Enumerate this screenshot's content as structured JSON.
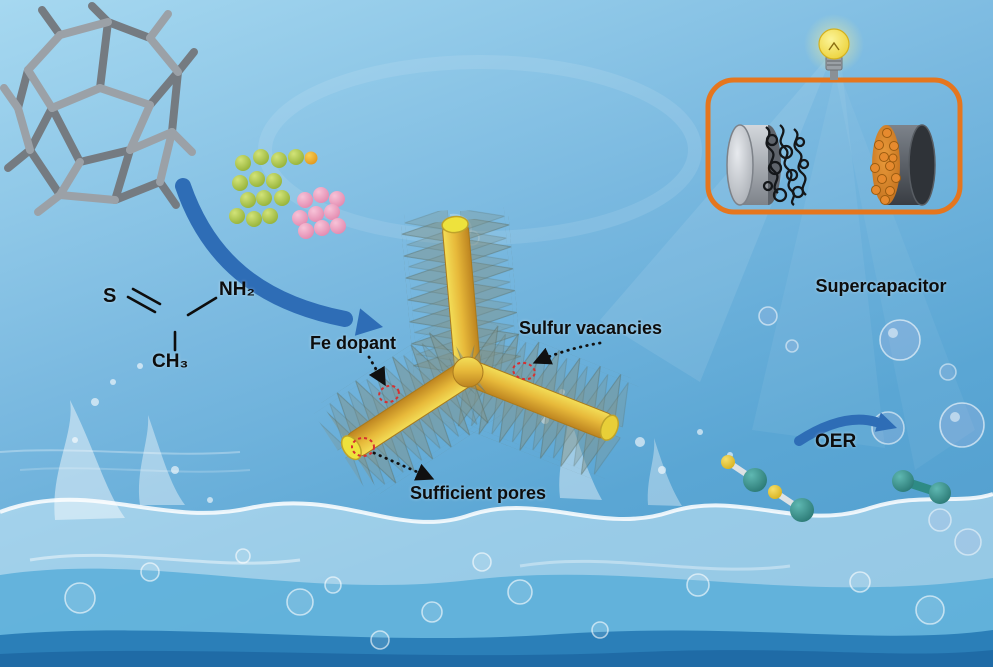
{
  "labels": {
    "fe_dopant": "Fe dopant",
    "sulfur_vacancies": "Sulfur vacancies",
    "sufficient_pores": "Sufficient pores",
    "supercapacitor": "Supercapacitor",
    "oer": "OER"
  },
  "chemical_structure": {
    "sulfur": "S",
    "amine": "NH₂",
    "methyl": "CH₃"
  },
  "icons": {
    "framework": "gray-3d-network-scaffold-icon",
    "precursor_dots": "dopant-particle-cluster-icon",
    "reaction_arrow": "blue-curved-arrow-icon",
    "nanostructure": "spiky-tripod-nanorod-icon",
    "light_bulb": "light-bulb-icon",
    "oer_arrow": "blue-swoosh-arrow-icon",
    "molecules": "water-oxygen-molecules-icon"
  },
  "colors": {
    "sky_top": "#a6d8f0",
    "sky_bottom": "#4f9ccc",
    "arrow_blue": "#2e6db6",
    "rod_yellow": "#e7b93a",
    "spike_gray": "#80948c",
    "wire_orange": "#e5761e",
    "bulb_yellow": "#f2e04a",
    "dot_green": "#9ebf3c",
    "dot_pink": "#ec9cc0",
    "dot_orange": "#eda428",
    "marker_red": "#d63030",
    "molecule_teal": "#2e8b85",
    "atom_yellow": "#e8c320",
    "deep_water": "#2b7fb8",
    "text": "#0d0d0d"
  }
}
